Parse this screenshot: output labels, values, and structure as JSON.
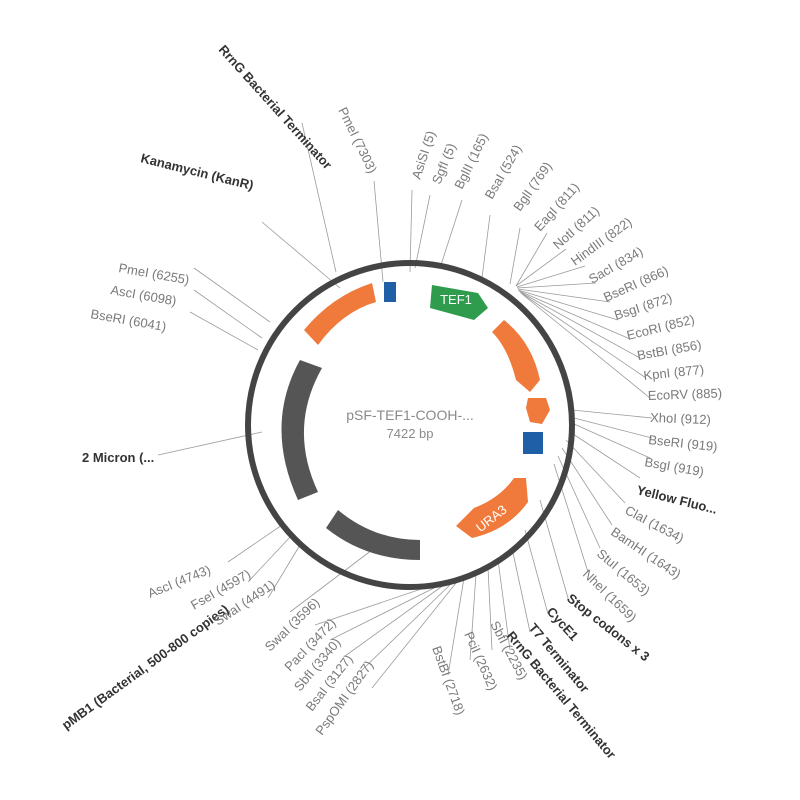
{
  "plasmid": {
    "name": "pSF-TEF1-COOH-...",
    "size_label": "7422 bp"
  },
  "colors": {
    "backbone": "#444444",
    "orange": "#f07a3c",
    "green": "#2e9c4c",
    "blue": "#1f5fa8",
    "grey_feature": "#555555"
  },
  "features": [
    {
      "id": "kanr",
      "type": "orange"
    },
    {
      "id": "rrng-1",
      "type": "blue"
    },
    {
      "id": "tef1",
      "type": "green",
      "text": "TEF1"
    },
    {
      "id": "yfp",
      "type": "orange"
    },
    {
      "id": "small-orange",
      "type": "orange"
    },
    {
      "id": "blue-2",
      "type": "blue"
    },
    {
      "id": "ura3",
      "type": "orange",
      "text": "URA3"
    },
    {
      "id": "two-micron",
      "type": "grey"
    },
    {
      "id": "pmb1",
      "type": "grey"
    }
  ],
  "labels": [
    {
      "text": "RrnG Bacterial Terminator",
      "bold": true
    },
    {
      "text": "PmeI (7303)",
      "bold": false
    },
    {
      "text": "AsiSI (5)",
      "bold": false
    },
    {
      "text": "SgfI (5)",
      "bold": false
    },
    {
      "text": "BglII (165)",
      "bold": false
    },
    {
      "text": "BsaI (524)",
      "bold": false
    },
    {
      "text": "BglI (769)",
      "bold": false
    },
    {
      "text": "EagI (811)",
      "bold": false
    },
    {
      "text": "NotI (811)",
      "bold": false
    },
    {
      "text": "HindIII (822)",
      "bold": false
    },
    {
      "text": "SacI (834)",
      "bold": false
    },
    {
      "text": "BseRI (866)",
      "bold": false
    },
    {
      "text": "BsgI (872)",
      "bold": false
    },
    {
      "text": "EcoRI (852)",
      "bold": false
    },
    {
      "text": "BstBI (856)",
      "bold": false
    },
    {
      "text": "KpnI (877)",
      "bold": false
    },
    {
      "text": "EcoRV (885)",
      "bold": false
    },
    {
      "text": "XhoI (912)",
      "bold": false
    },
    {
      "text": "BseRI (919)",
      "bold": false
    },
    {
      "text": "BsgI (919)",
      "bold": false
    },
    {
      "text": "Yellow Fluo...",
      "bold": true
    },
    {
      "text": "ClaI (1634)",
      "bold": false
    },
    {
      "text": "BamHI (1643)",
      "bold": false
    },
    {
      "text": "StuI (1653)",
      "bold": false
    },
    {
      "text": "NheI (1659)",
      "bold": false
    },
    {
      "text": "Stop codons x 3",
      "bold": true
    },
    {
      "text": "CycE1",
      "bold": true
    },
    {
      "text": "T7 Terminator",
      "bold": true
    },
    {
      "text": "RrnG Bacterial Terminator",
      "bold": true
    },
    {
      "text": "SbfI (2235)",
      "bold": false
    },
    {
      "text": "PciI (2632)",
      "bold": false
    },
    {
      "text": "BstBI (2718)",
      "bold": false
    },
    {
      "text": "PspOMI (2827)",
      "bold": false
    },
    {
      "text": "BsaI (3127)",
      "bold": false
    },
    {
      "text": "SbfI (3340)",
      "bold": false
    },
    {
      "text": "PacI (3472)",
      "bold": false
    },
    {
      "text": "SwaI (3596)",
      "bold": false
    },
    {
      "text": "pMB1 (Bacterial, 500-800 copies)",
      "bold": true
    },
    {
      "text": "SwaI (4491)",
      "bold": false
    },
    {
      "text": "FseI (4597)",
      "bold": false
    },
    {
      "text": "AscI (4743)",
      "bold": false
    },
    {
      "text": "2 Micron (...",
      "bold": true
    },
    {
      "text": "BseRI (6041)",
      "bold": false
    },
    {
      "text": "AscI (6098)",
      "bold": false
    },
    {
      "text": "PmeI (6255)",
      "bold": false
    },
    {
      "text": "Kanamycin (KanR)",
      "bold": true
    }
  ]
}
